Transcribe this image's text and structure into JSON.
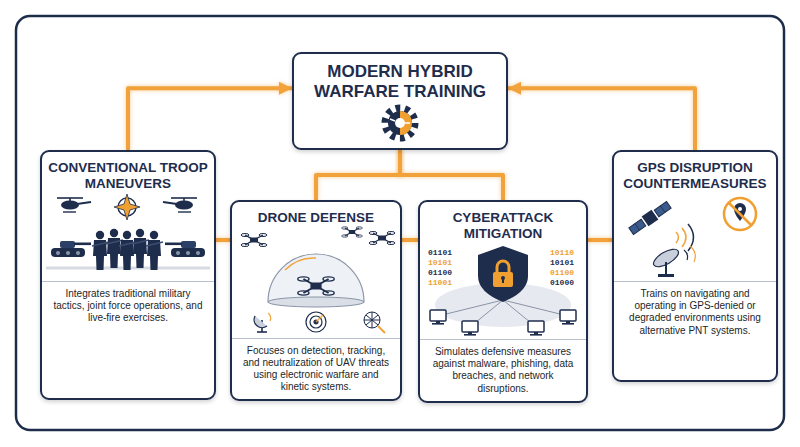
{
  "diagram": {
    "nodes": [
      {
        "text": [
          "MODERN HYBRID WARFARE TRAINING"
        ]
      },
      {
        "text": [
          "CONVENTIONAL TROOP MANEUVERS",
          "Integrates traditional military tactics, joint force operations, and live-fire exercises."
        ]
      },
      {
        "text": [
          "DRONE DEFENSE",
          "Focuses on detection, tracking, and neutralization of UAV threats using electronic warfare and kinetic systems."
        ]
      },
      {
        "text": [
          "CYBERATTACK MITIGATION",
          "Simulates defensive measures against malware, phishing, data breaches, and network disruptions."
        ]
      },
      {
        "text": [
          "GPS DISRUPTION COUNTERMEASURES",
          "Trains on navigating and operating in GPS-denied or degraded environments using alternative PNT systems."
        ]
      }
    ],
    "edges": [
      {
        "from": 1,
        "to": 0,
        "arrow": "to"
      },
      {
        "from": 4,
        "to": 0,
        "arrow": "to"
      },
      {
        "from": 0,
        "to": 2,
        "arrow": "none"
      },
      {
        "from": 0,
        "to": 3,
        "arrow": "none"
      },
      {
        "from": 1,
        "to": 2,
        "arrow": "none"
      },
      {
        "from": 2,
        "to": 3,
        "arrow": "none"
      },
      {
        "from": 3,
        "to": 4,
        "arrow": "none"
      }
    ],
    "labels": [
      "01101",
      "10101",
      "01100",
      "11001",
      "10110",
      "10101",
      "01100",
      "01000"
    ]
  }
}
